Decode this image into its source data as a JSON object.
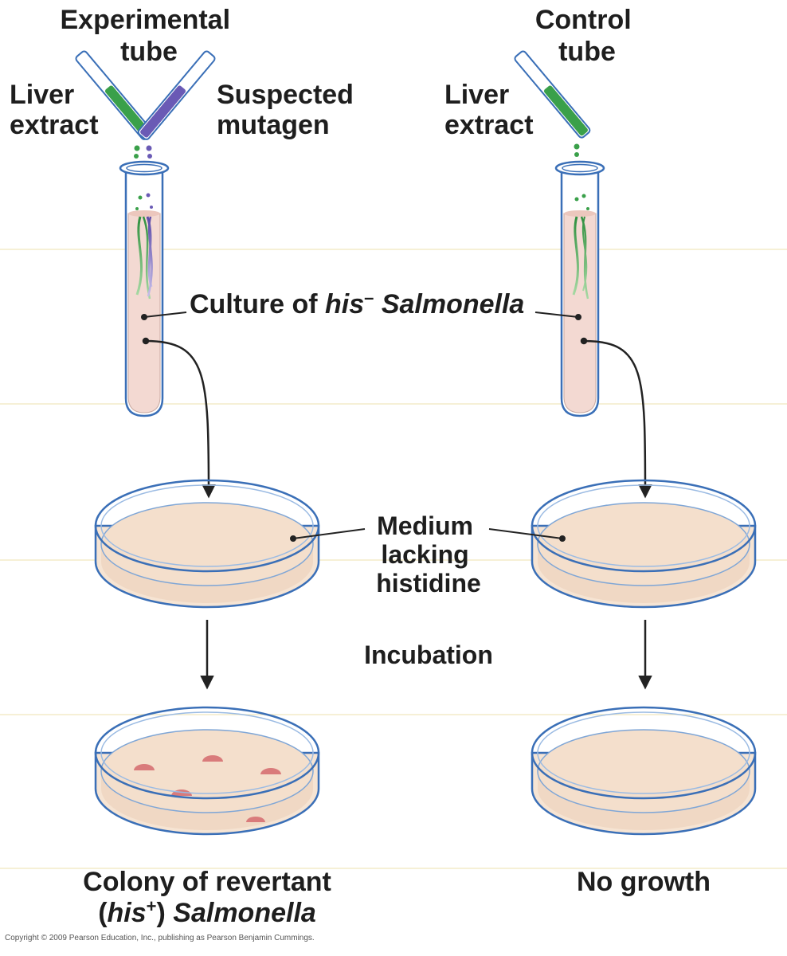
{
  "labels": {
    "experimental_tube": [
      "Experimental",
      "tube"
    ],
    "control_tube": [
      "Control",
      "tube"
    ],
    "liver_extract_left": [
      "Liver",
      "extract"
    ],
    "liver_extract_right": [
      "Liver",
      "extract"
    ],
    "suspected_mutagen": [
      "Suspected",
      "mutagen"
    ],
    "culture_prefix": "Culture of ",
    "culture_gene": "his",
    "culture_gene_sup": "–",
    "culture_organism": "Salmonella",
    "medium": [
      "Medium",
      "lacking",
      "histidine"
    ],
    "incubation": "Incubation",
    "colony_line1": "Colony of revertant",
    "colony_line2_open": "(",
    "colony_line2_gene": "his",
    "colony_line2_sup": "+",
    "colony_line2_close": ")",
    "colony_line2_organism": "Salmonella",
    "no_growth": "No growth",
    "copyright": "Copyright © 2009 Pearson Education, Inc., publishing as Pearson Benjamin Cummings."
  },
  "colors": {
    "liver_extract": "#3aa04a",
    "mutagen": "#6a5ab5",
    "culture": "#f3d9d2",
    "medium": "#f4dfcc",
    "glass_outline": "#3a6fb7",
    "colony": "#d97b7b"
  },
  "colony_count": 5
}
